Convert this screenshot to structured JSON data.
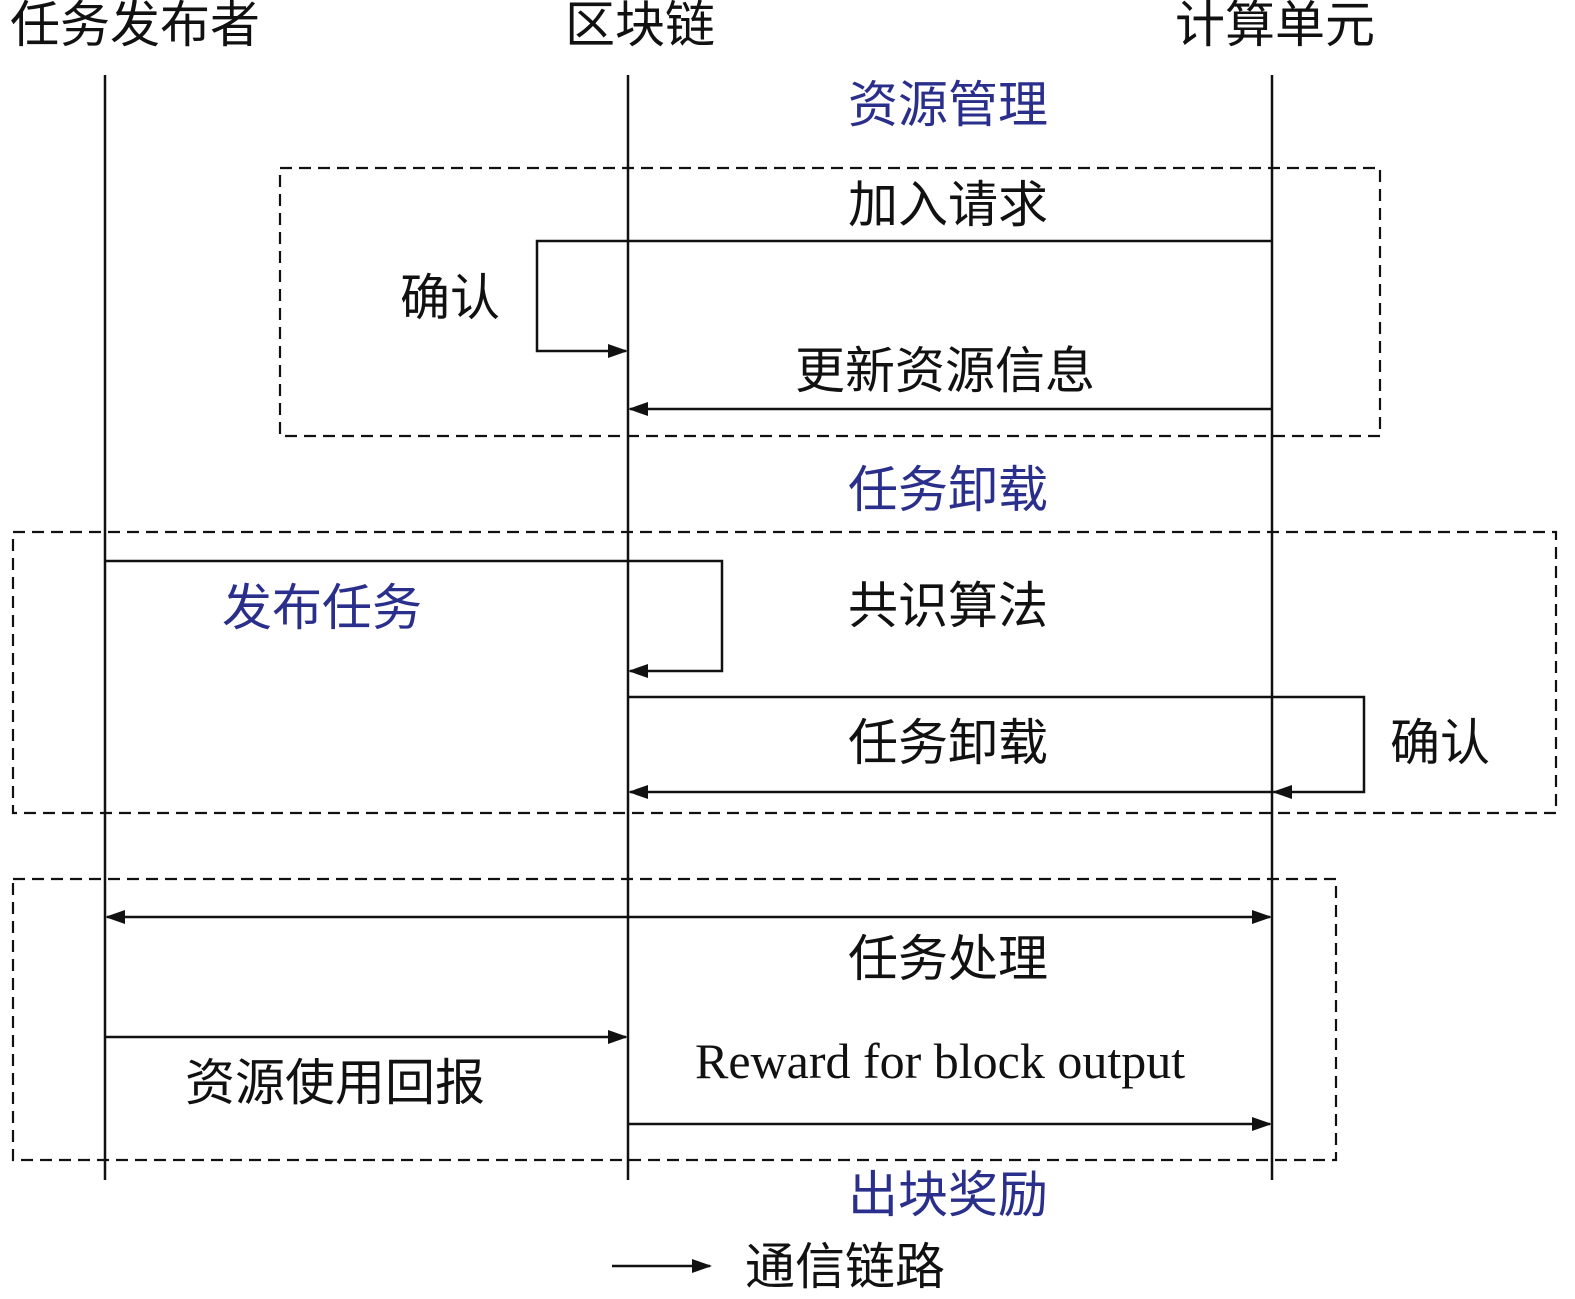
{
  "participants": {
    "publisher": "任务发布者",
    "blockchain": "区块链",
    "compute": "计算单元"
  },
  "phases": {
    "resource_mgmt": "资源管理",
    "task_offload": "任务卸载",
    "block_reward": "出块奖励"
  },
  "messages": {
    "join_request": "加入请求",
    "confirm_1": "确认",
    "update_resource": "更新资源信息",
    "publish_task": "发布任务",
    "consensus": "共识算法",
    "offload": "任务卸载",
    "confirm_2": "确认",
    "processing": "任务处理",
    "resource_payback": "资源使用回报",
    "block_reward_msg": "Reward for block output"
  },
  "legend": {
    "label": "通信链路"
  },
  "colors": {
    "phase_title": "#2b2f8c",
    "lines": "#111111"
  }
}
